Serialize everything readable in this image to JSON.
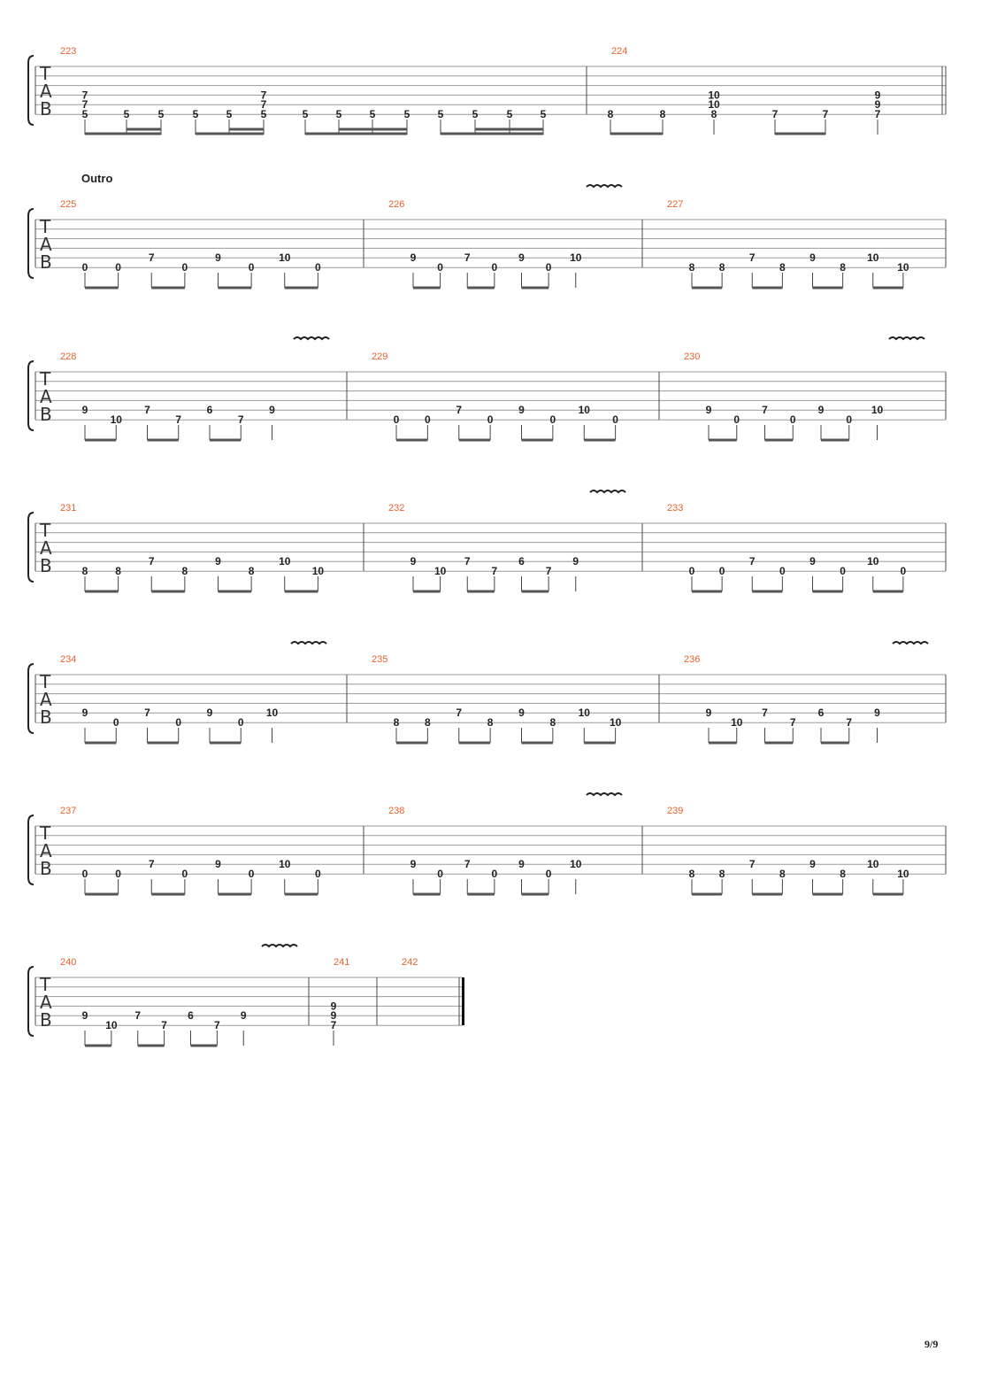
{
  "section_label": "Outro",
  "page_number": "9/9",
  "tab_letters": [
    "T",
    "A",
    "B"
  ],
  "systems": [
    {
      "measures": [
        {
          "number": "223",
          "notes": [
            {
              "frets": {
                "3": "7",
                "4": "7",
                "5": "5"
              }
            },
            {
              "frets": {
                "5": "5"
              }
            },
            {
              "frets": {
                "5": "5"
              }
            },
            {
              "frets": {
                "5": "5"
              }
            },
            {
              "frets": {
                "5": "5"
              }
            },
            {
              "frets": {
                "3": "7",
                "4": "7",
                "5": "5"
              }
            },
            {
              "frets": {
                "5": "5"
              }
            },
            {
              "frets": {
                "5": "5"
              }
            },
            {
              "frets": {
                "5": "5"
              }
            },
            {
              "frets": {
                "5": "5"
              }
            },
            {
              "frets": {
                "5": "5"
              }
            },
            {
              "frets": {
                "5": "5"
              }
            },
            {
              "frets": {
                "5": "5"
              }
            },
            {
              "frets": {
                "5": "5"
              }
            }
          ]
        },
        {
          "number": "224",
          "notes": [
            {
              "frets": {
                "5": "8"
              }
            },
            {
              "frets": {
                "5": "8"
              }
            },
            {
              "frets": {
                "3": "10",
                "4": "10",
                "5": "8"
              }
            },
            {
              "frets": {
                "5": "7"
              }
            },
            {
              "frets": {
                "5": "7"
              }
            },
            {
              "frets": {
                "3": "9",
                "4": "9",
                "5": "7"
              }
            }
          ]
        }
      ]
    },
    {
      "measures": [
        {
          "number": "225",
          "notes": [
            {
              "frets": {
                "5": "0"
              }
            },
            {
              "frets": {
                "5": "0"
              }
            },
            {
              "frets": {
                "4": "7"
              }
            },
            {
              "frets": {
                "5": "0"
              }
            },
            {
              "frets": {
                "4": "9"
              }
            },
            {
              "frets": {
                "5": "0"
              }
            },
            {
              "frets": {
                "4": "10"
              }
            },
            {
              "frets": {
                "5": "0"
              }
            }
          ]
        },
        {
          "number": "226",
          "notes": [
            {
              "frets": {
                "4": "9"
              }
            },
            {
              "frets": {
                "5": "0"
              }
            },
            {
              "frets": {
                "4": "7"
              }
            },
            {
              "frets": {
                "5": "0"
              }
            },
            {
              "frets": {
                "4": "9"
              }
            },
            {
              "frets": {
                "5": "0"
              }
            },
            {
              "frets": {
                "4": "10"
              }
            }
          ]
        },
        {
          "number": "227",
          "notes": [
            {
              "frets": {
                "5": "8"
              }
            },
            {
              "frets": {
                "5": "8"
              }
            },
            {
              "frets": {
                "4": "7"
              }
            },
            {
              "frets": {
                "5": "8"
              }
            },
            {
              "frets": {
                "4": "9"
              }
            },
            {
              "frets": {
                "5": "8"
              }
            },
            {
              "frets": {
                "4": "10"
              }
            },
            {
              "frets": {
                "5": "10"
              }
            }
          ]
        }
      ]
    },
    {
      "measures": [
        {
          "number": "228",
          "notes": [
            {
              "frets": {
                "4": "9"
              }
            },
            {
              "frets": {
                "5": "10"
              }
            },
            {
              "frets": {
                "4": "7"
              }
            },
            {
              "frets": {
                "5": "7"
              }
            },
            {
              "frets": {
                "4": "6"
              }
            },
            {
              "frets": {
                "5": "7"
              }
            },
            {
              "frets": {
                "4": "9"
              }
            }
          ]
        },
        {
          "number": "229",
          "notes": [
            {
              "frets": {
                "5": "0"
              }
            },
            {
              "frets": {
                "5": "0"
              }
            },
            {
              "frets": {
                "4": "7"
              }
            },
            {
              "frets": {
                "5": "0"
              }
            },
            {
              "frets": {
                "4": "9"
              }
            },
            {
              "frets": {
                "5": "0"
              }
            },
            {
              "frets": {
                "4": "10"
              }
            },
            {
              "frets": {
                "5": "0"
              }
            }
          ]
        },
        {
          "number": "230",
          "notes": [
            {
              "frets": {
                "4": "9"
              }
            },
            {
              "frets": {
                "5": "0"
              }
            },
            {
              "frets": {
                "4": "7"
              }
            },
            {
              "frets": {
                "5": "0"
              }
            },
            {
              "frets": {
                "4": "9"
              }
            },
            {
              "frets": {
                "5": "0"
              }
            },
            {
              "frets": {
                "4": "10"
              }
            }
          ]
        }
      ]
    },
    {
      "measures": [
        {
          "number": "231",
          "notes": [
            {
              "frets": {
                "5": "8"
              }
            },
            {
              "frets": {
                "5": "8"
              }
            },
            {
              "frets": {
                "4": "7"
              }
            },
            {
              "frets": {
                "5": "8"
              }
            },
            {
              "frets": {
                "4": "9"
              }
            },
            {
              "frets": {
                "5": "8"
              }
            },
            {
              "frets": {
                "4": "10"
              }
            },
            {
              "frets": {
                "5": "10"
              }
            }
          ]
        },
        {
          "number": "232",
          "notes": [
            {
              "frets": {
                "4": "9"
              }
            },
            {
              "frets": {
                "5": "10"
              }
            },
            {
              "frets": {
                "4": "7"
              }
            },
            {
              "frets": {
                "5": "7"
              }
            },
            {
              "frets": {
                "4": "6"
              }
            },
            {
              "frets": {
                "5": "7"
              }
            },
            {
              "frets": {
                "4": "9"
              }
            }
          ]
        },
        {
          "number": "233",
          "notes": [
            {
              "frets": {
                "5": "0"
              }
            },
            {
              "frets": {
                "5": "0"
              }
            },
            {
              "frets": {
                "4": "7"
              }
            },
            {
              "frets": {
                "5": "0"
              }
            },
            {
              "frets": {
                "4": "9"
              }
            },
            {
              "frets": {
                "5": "0"
              }
            },
            {
              "frets": {
                "4": "10"
              }
            },
            {
              "frets": {
                "5": "0"
              }
            }
          ]
        }
      ]
    },
    {
      "measures": [
        {
          "number": "234",
          "notes": [
            {
              "frets": {
                "4": "9"
              }
            },
            {
              "frets": {
                "5": "0"
              }
            },
            {
              "frets": {
                "4": "7"
              }
            },
            {
              "frets": {
                "5": "0"
              }
            },
            {
              "frets": {
                "4": "9"
              }
            },
            {
              "frets": {
                "5": "0"
              }
            },
            {
              "frets": {
                "4": "10"
              }
            }
          ]
        },
        {
          "number": "235",
          "notes": [
            {
              "frets": {
                "5": "8"
              }
            },
            {
              "frets": {
                "5": "8"
              }
            },
            {
              "frets": {
                "4": "7"
              }
            },
            {
              "frets": {
                "5": "8"
              }
            },
            {
              "frets": {
                "4": "9"
              }
            },
            {
              "frets": {
                "5": "8"
              }
            },
            {
              "frets": {
                "4": "10"
              }
            },
            {
              "frets": {
                "5": "10"
              }
            }
          ]
        },
        {
          "number": "236",
          "notes": [
            {
              "frets": {
                "4": "9"
              }
            },
            {
              "frets": {
                "5": "10"
              }
            },
            {
              "frets": {
                "4": "7"
              }
            },
            {
              "frets": {
                "5": "7"
              }
            },
            {
              "frets": {
                "4": "6"
              }
            },
            {
              "frets": {
                "5": "7"
              }
            },
            {
              "frets": {
                "4": "9"
              }
            }
          ]
        }
      ]
    },
    {
      "measures": [
        {
          "number": "237",
          "notes": [
            {
              "frets": {
                "5": "0"
              }
            },
            {
              "frets": {
                "5": "0"
              }
            },
            {
              "frets": {
                "4": "7"
              }
            },
            {
              "frets": {
                "5": "0"
              }
            },
            {
              "frets": {
                "4": "9"
              }
            },
            {
              "frets": {
                "5": "0"
              }
            },
            {
              "frets": {
                "4": "10"
              }
            },
            {
              "frets": {
                "5": "0"
              }
            }
          ]
        },
        {
          "number": "238",
          "notes": [
            {
              "frets": {
                "4": "9"
              }
            },
            {
              "frets": {
                "5": "0"
              }
            },
            {
              "frets": {
                "4": "7"
              }
            },
            {
              "frets": {
                "5": "0"
              }
            },
            {
              "frets": {
                "4": "9"
              }
            },
            {
              "frets": {
                "5": "0"
              }
            },
            {
              "frets": {
                "4": "10"
              }
            }
          ]
        },
        {
          "number": "239",
          "notes": [
            {
              "frets": {
                "5": "8"
              }
            },
            {
              "frets": {
                "5": "8"
              }
            },
            {
              "frets": {
                "4": "7"
              }
            },
            {
              "frets": {
                "5": "8"
              }
            },
            {
              "frets": {
                "4": "9"
              }
            },
            {
              "frets": {
                "5": "8"
              }
            },
            {
              "frets": {
                "4": "10"
              }
            },
            {
              "frets": {
                "5": "10"
              }
            }
          ]
        }
      ]
    },
    {
      "measures": [
        {
          "number": "240",
          "notes": [
            {
              "frets": {
                "4": "9"
              }
            },
            {
              "frets": {
                "5": "10"
              }
            },
            {
              "frets": {
                "4": "7"
              }
            },
            {
              "frets": {
                "5": "7"
              }
            },
            {
              "frets": {
                "4": "6"
              }
            },
            {
              "frets": {
                "5": "7"
              }
            },
            {
              "frets": {
                "4": "9"
              }
            }
          ]
        },
        {
          "number": "241",
          "notes": [
            {
              "frets": {
                "3": "9",
                "4": "9",
                "5": "7"
              }
            }
          ]
        },
        {
          "number": "242",
          "notes": []
        }
      ]
    }
  ]
}
